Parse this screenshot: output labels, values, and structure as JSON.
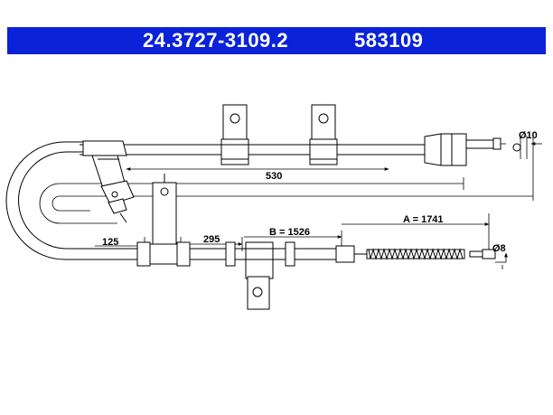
{
  "header": {
    "part_number": "24.3727-3109.2",
    "ref_number": "583109",
    "background_color": "#0a22d8",
    "text_color": "#ffffff"
  },
  "dimensions": {
    "d10": "Ø10",
    "len_530": "530",
    "len_125": "125",
    "len_295": "295",
    "b_length": "B = 1526",
    "a_length": "A = 1741",
    "d8": "Ø8"
  }
}
